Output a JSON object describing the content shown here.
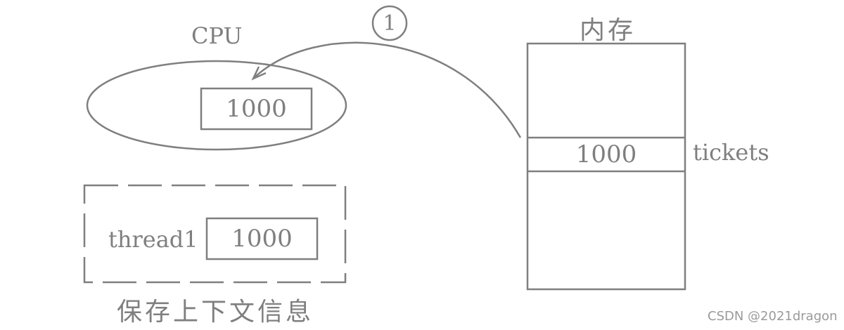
{
  "cpu": {
    "label": "CPU",
    "register_value": "1000"
  },
  "memory": {
    "title": "内存",
    "tickets_value": "1000",
    "tickets_label": "tickets"
  },
  "thread_context": {
    "thread_label": "thread1",
    "saved_value": "1000",
    "caption": "保存上下文信息"
  },
  "step": {
    "number": "1"
  },
  "watermark": "CSDN @2021dragon",
  "colors": {
    "stroke": "#7f7f7f",
    "text": "#7f7f7f",
    "background": "#ffffff"
  }
}
